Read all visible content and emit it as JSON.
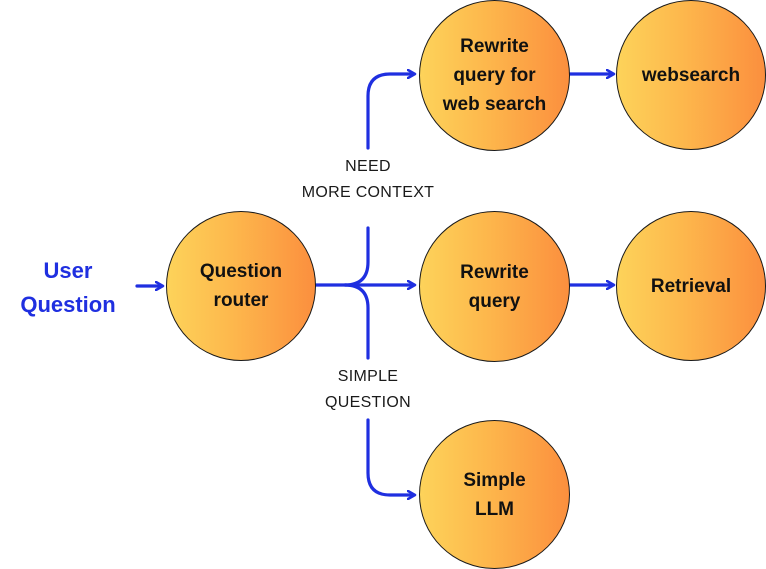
{
  "colors": {
    "arrow": "#1f2fe0",
    "node_fill_start": "#fdd35a",
    "node_fill_end": "#fb8f3e",
    "node_border": "#1a1a1a",
    "input_text": "#1f2fe0"
  },
  "input": {
    "label": "User\nQuestion"
  },
  "nodes": {
    "router": "Question\nrouter",
    "rewrite_web": "Rewrite\nquery for\nweb search",
    "websearch": "websearch",
    "rewrite_query": "Rewrite\nquery",
    "retrieval": "Retrieval",
    "simple_llm": "Simple\nLLM"
  },
  "edge_labels": {
    "need_more_context": "NEED\nMORE CONTEXT",
    "simple_question": "SIMPLE\nQUESTION"
  }
}
